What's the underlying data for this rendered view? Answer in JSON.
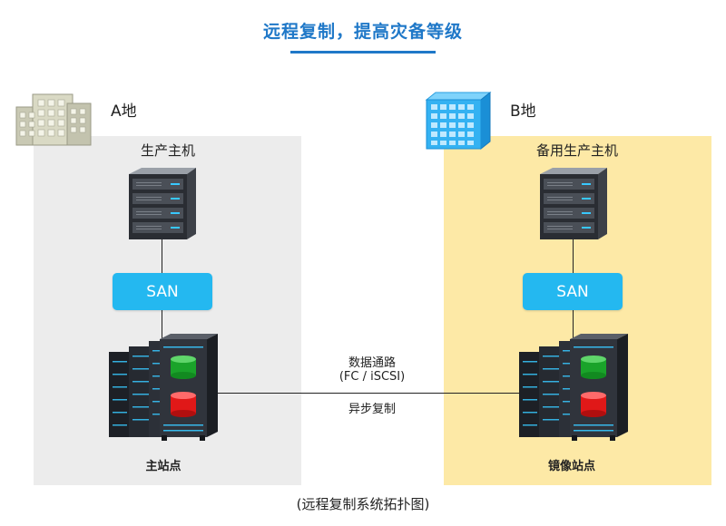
{
  "title": "远程复制，提高灾备等级",
  "caption": "(远程复制系统拓扑图)",
  "colors": {
    "accent": "#1f78c8",
    "san": "#24b8f0",
    "site_a_bg": "#ececec",
    "site_b_bg": "#fde9a6"
  },
  "site_a": {
    "label": "A地",
    "host_label": "生产主机",
    "san_label": "SAN",
    "site_name": "主站点"
  },
  "site_b": {
    "label": "B地",
    "host_label": "备用生产主机",
    "san_label": "SAN",
    "site_name": "镜像站点"
  },
  "link": {
    "line1": "数据通路",
    "line2": "(FC / iSCSI)",
    "line3": "异步复制"
  }
}
